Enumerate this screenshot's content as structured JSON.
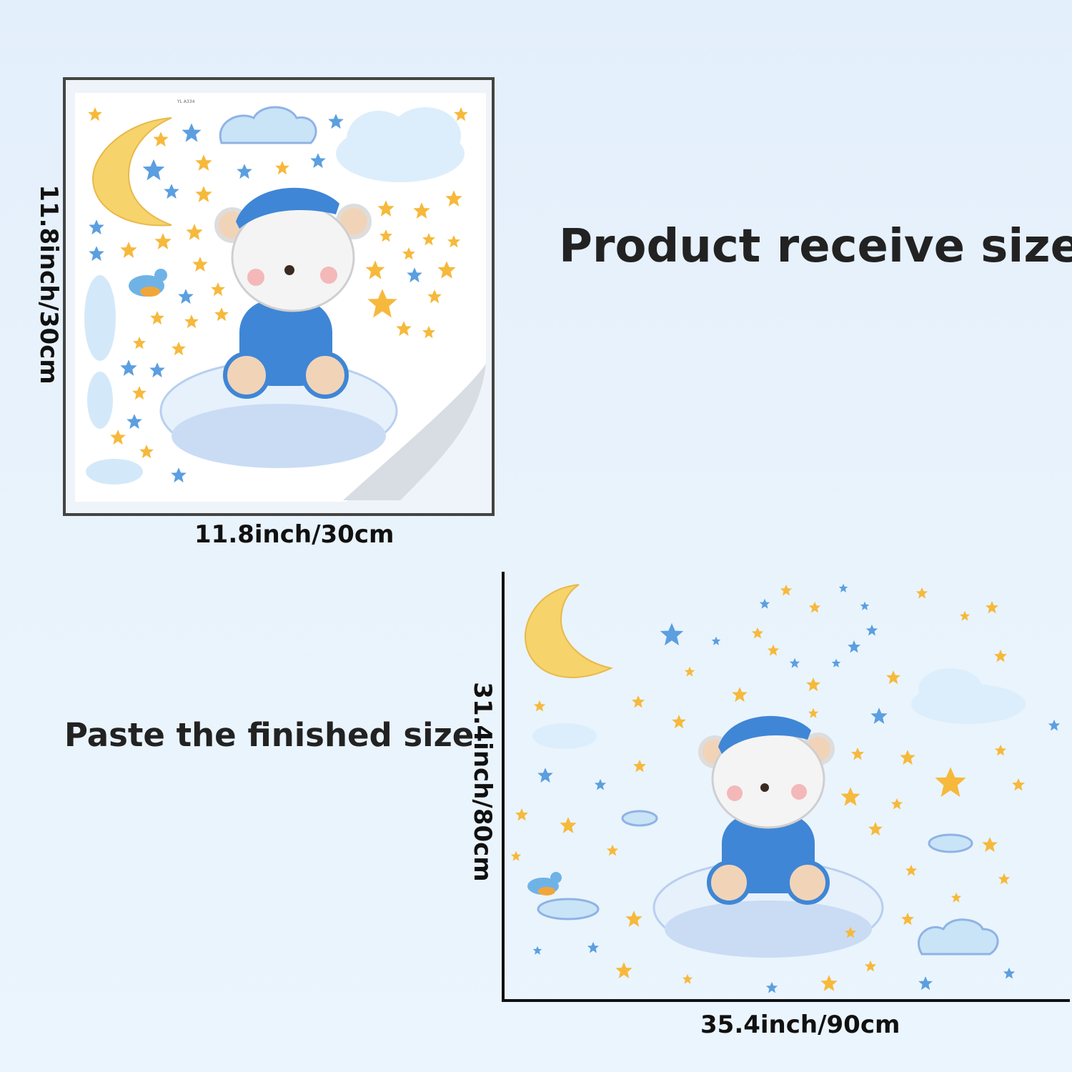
{
  "headings": {
    "receive": "Product receive size",
    "finished": "Paste the finished size"
  },
  "dimensions": {
    "sheet_width": "11.8inch/30cm",
    "sheet_height": "11.8inch/30cm",
    "finished_width": "35.4inch/90cm",
    "finished_height": "31.4inch/80cm"
  },
  "sheet_code": "YL A334",
  "colors": {
    "star_gold": "#f6b93b",
    "star_blue": "#5b9fe0",
    "moon": "#f6d36b",
    "bear_pajama": "#3f86d6",
    "cloud": "#dfeefb"
  },
  "icons": [
    "moon-icon",
    "star-icon",
    "cloud-icon",
    "bear-illustration",
    "bird-icon"
  ]
}
